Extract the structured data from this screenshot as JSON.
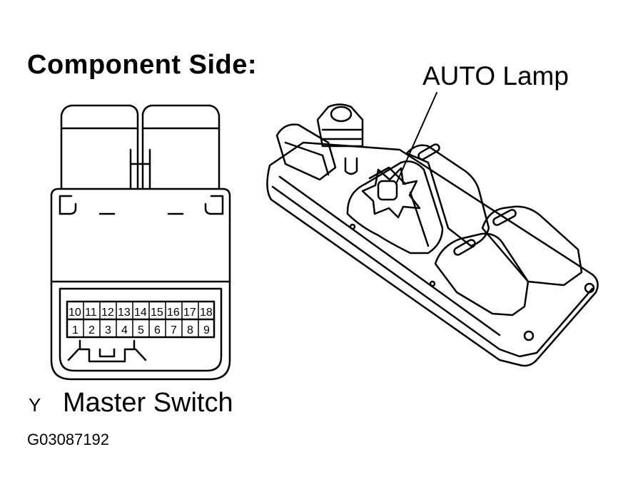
{
  "header": {
    "title": "Component Side:"
  },
  "callout": {
    "label": "AUTO Lamp"
  },
  "connector": {
    "top_row": [
      "10",
      "11",
      "12",
      "13",
      "14",
      "15",
      "16",
      "17",
      "18"
    ],
    "bottom_row": [
      "1",
      "2",
      "3",
      "4",
      "5",
      "6",
      "7",
      "8",
      "9"
    ]
  },
  "footer": {
    "letter": "Y",
    "component_name": "Master Switch",
    "figure_code": "G03087192"
  }
}
